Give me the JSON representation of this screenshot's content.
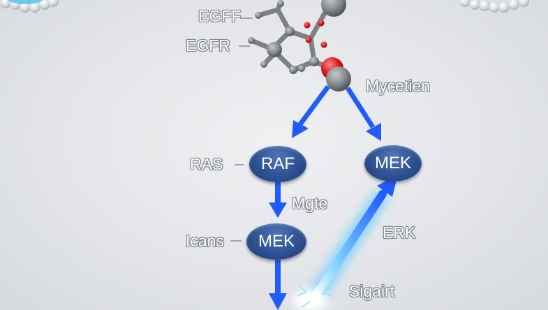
{
  "molecule": {
    "labels": {
      "egff": "EGFF",
      "egfr": "EGFR",
      "ligand": "Mycetien"
    }
  },
  "pathway": {
    "nodes": {
      "raf": "RAF",
      "mek_right": "MEK",
      "mek_left": "MEK"
    },
    "side_labels": {
      "ras": "RAS",
      "kras": "Icans",
      "mate": "Mgte",
      "erk": "ERK",
      "signal": "Sigairt"
    }
  },
  "colors": {
    "node_fill": "#2d5193",
    "arrow_blue": "#1f5bff",
    "glow_arrow": "#4fb6ff",
    "oxygen_red": "#e01818",
    "atom_grey": "#8a8d90",
    "background": "#e3e5e8"
  }
}
